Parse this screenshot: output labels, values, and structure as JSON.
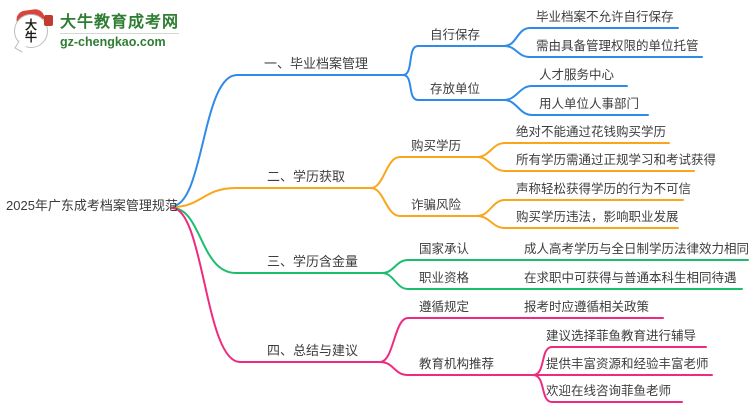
{
  "logo": {
    "badge_line1": "大",
    "badge_line2": "牛",
    "title": "大牛教育成考网",
    "subtitle": "gz-chengkao.com",
    "brand_green": "#2e7d32",
    "badge_red": "#d8453a"
  },
  "mindmap": {
    "root": "2025年广东成考档案管理规范",
    "text_color": "#3d3d3d",
    "branches": [
      {
        "label": "一、毕业档案管理",
        "color": "#2f8be8",
        "children": [
          {
            "label": "自行保存",
            "children": [
              {
                "label": "毕业档案不允许自行保存"
              },
              {
                "label": "需由具备管理权限的单位托管"
              }
            ]
          },
          {
            "label": "存放单位",
            "children": [
              {
                "label": "人才服务中心"
              },
              {
                "label": "用人单位人事部门"
              }
            ]
          }
        ]
      },
      {
        "label": "二、学历获取",
        "color": "#faa61a",
        "children": [
          {
            "label": "购买学历",
            "children": [
              {
                "label": "绝对不能通过花钱购买学历"
              },
              {
                "label": "所有学历需通过正规学习和考试获得"
              }
            ]
          },
          {
            "label": "诈骗风险",
            "children": [
              {
                "label": "声称轻松获得学历的行为不可信"
              },
              {
                "label": "购买学历违法，影响职业发展"
              }
            ]
          }
        ]
      },
      {
        "label": "三、学历含金量",
        "color": "#1cbe6e",
        "children": [
          {
            "label": "国家承认",
            "children": [
              {
                "label": "成人高考学历与全日制学历法律效力相同"
              }
            ]
          },
          {
            "label": "职业资格",
            "children": [
              {
                "label": "在求职中可获得与普通本科生相同待遇"
              }
            ]
          }
        ]
      },
      {
        "label": "四、总结与建议",
        "color": "#ee2b80",
        "children": [
          {
            "label": "遵循规定",
            "children": [
              {
                "label": "报考时应遵循相关政策"
              }
            ]
          },
          {
            "label": "教育机构推荐",
            "children": [
              {
                "label": "建议选择菲鱼教育进行辅导"
              },
              {
                "label": "提供丰富资源和经验丰富老师"
              },
              {
                "label": "欢迎在线咨询菲鱼老师"
              }
            ]
          }
        ]
      }
    ]
  }
}
